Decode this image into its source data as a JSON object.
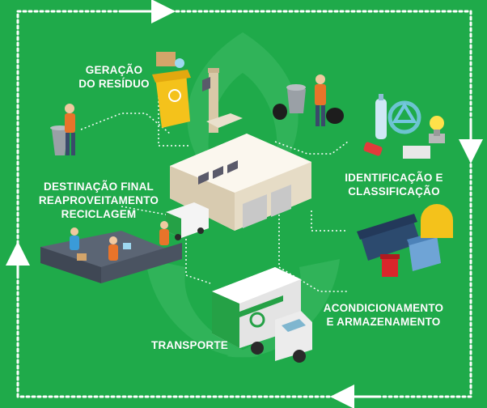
{
  "diagram": {
    "labels": {
      "geracao": [
        "GERAÇÃO",
        "DO RESÍDUO"
      ],
      "identificacao": [
        "IDENTIFICAÇÃO E",
        "CLASSIFICAÇÃO"
      ],
      "acondicionamento": [
        "ACONDICIONAMENTO",
        "E ARMAZENAMENTO"
      ],
      "transporte": "TRANSPORTE",
      "destinacao": [
        "DESTINAÇÃO FINAL",
        "REAPROVEITAMENTO",
        "RECICLAGEM"
      ]
    },
    "colors": {
      "background": "#1faa4a",
      "accent_light": "#3cc466",
      "frame": "#ffffff"
    }
  }
}
